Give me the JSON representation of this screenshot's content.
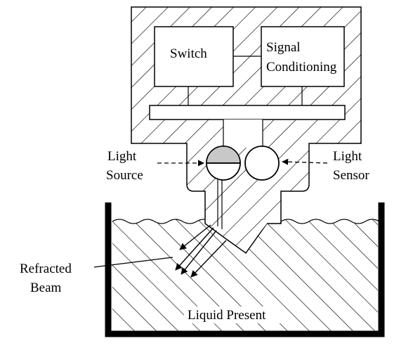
{
  "labels": {
    "switch": "Switch",
    "signal_line1": "Signal",
    "signal_line2": "Conditioning",
    "light_source_line1": "Light",
    "light_source_line2": "Source",
    "light_sensor_line1": "Light",
    "light_sensor_line2": "Sensor",
    "refracted_line1": "Refracted",
    "refracted_line2": "Beam",
    "liquid": "Liquid Present"
  },
  "colors": {
    "stroke": "#000000",
    "background": "#ffffff",
    "source_fill": "#c8c8c8"
  }
}
